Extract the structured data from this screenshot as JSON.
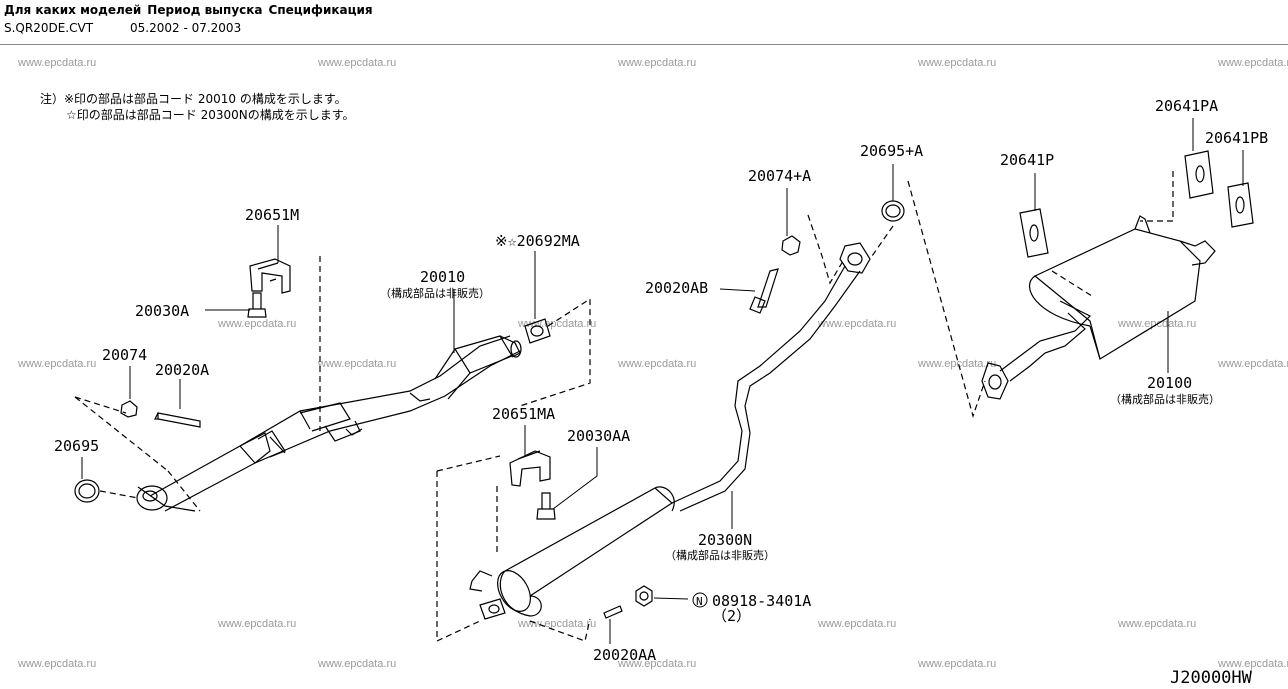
{
  "header": {
    "columns": [
      "Для каких моделей",
      "Период выпуска",
      "Спецификация"
    ],
    "model": "S.QR20DE.CVT",
    "period": "05.2002 - 07.2003"
  },
  "diagram": {
    "code": "J20000HW",
    "watermark": "www.epcdata.ru",
    "notes": [
      "注）※印の部品は部品コード 20010 の構成を示します。",
      "☆印の部品は部品コード 20300Nの構成を示します。"
    ],
    "non_sale_note": "（構成部品は非販売）",
    "parts": {
      "p20651M": "20651M",
      "p20010": "20010",
      "p20692MA": "※☆20692MA",
      "p20030A": "20030A",
      "p20074": "20074",
      "p20020A": "20020A",
      "p20695": "20695",
      "p20651MA": "20651MA",
      "p20030AA": "20030AA",
      "p20074A": "20074+A",
      "p20695A": "20695+A",
      "p20020AB": "20020AB",
      "p20641P": "20641P",
      "p20641PA": "20641PA",
      "p20641PB": "20641PB",
      "p20100": "20100",
      "p20300N": "20300N",
      "p08918": "08918-3401A",
      "p08918_qty": "（2）",
      "p08918_mark": "N",
      "p20020AA": "20020AA"
    }
  }
}
